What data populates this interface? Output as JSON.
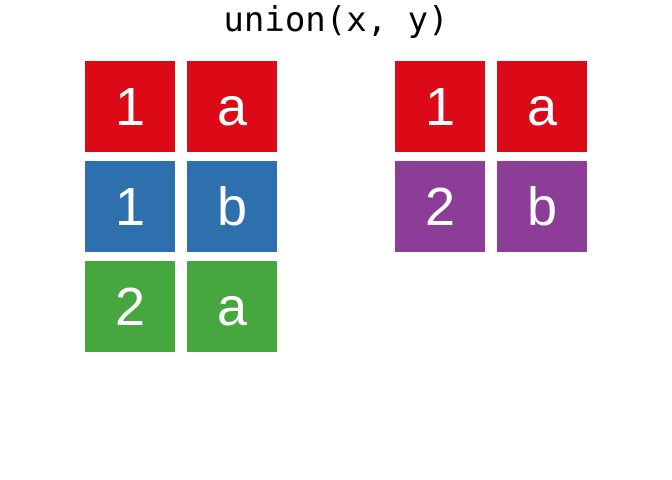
{
  "title": "union(x, y)",
  "background": "#FFFFFF",
  "colors": {
    "red": "#DB0A16",
    "blue": "#2E6FAD",
    "green": "#46A73E",
    "purple": "#8B3D98",
    "cell_text": "#FFFFFF",
    "title_text": "#000000"
  },
  "left_table": {
    "columns": 2,
    "rows": [
      {
        "color": "red",
        "cells": [
          "1",
          "a"
        ]
      },
      {
        "color": "blue",
        "cells": [
          "1",
          "b"
        ]
      },
      {
        "color": "green",
        "cells": [
          "2",
          "a"
        ]
      }
    ]
  },
  "right_table": {
    "columns": 2,
    "rows": [
      {
        "color": "red",
        "cells": [
          "1",
          "a"
        ]
      },
      {
        "color": "purple",
        "cells": [
          "2",
          "b"
        ]
      }
    ]
  }
}
